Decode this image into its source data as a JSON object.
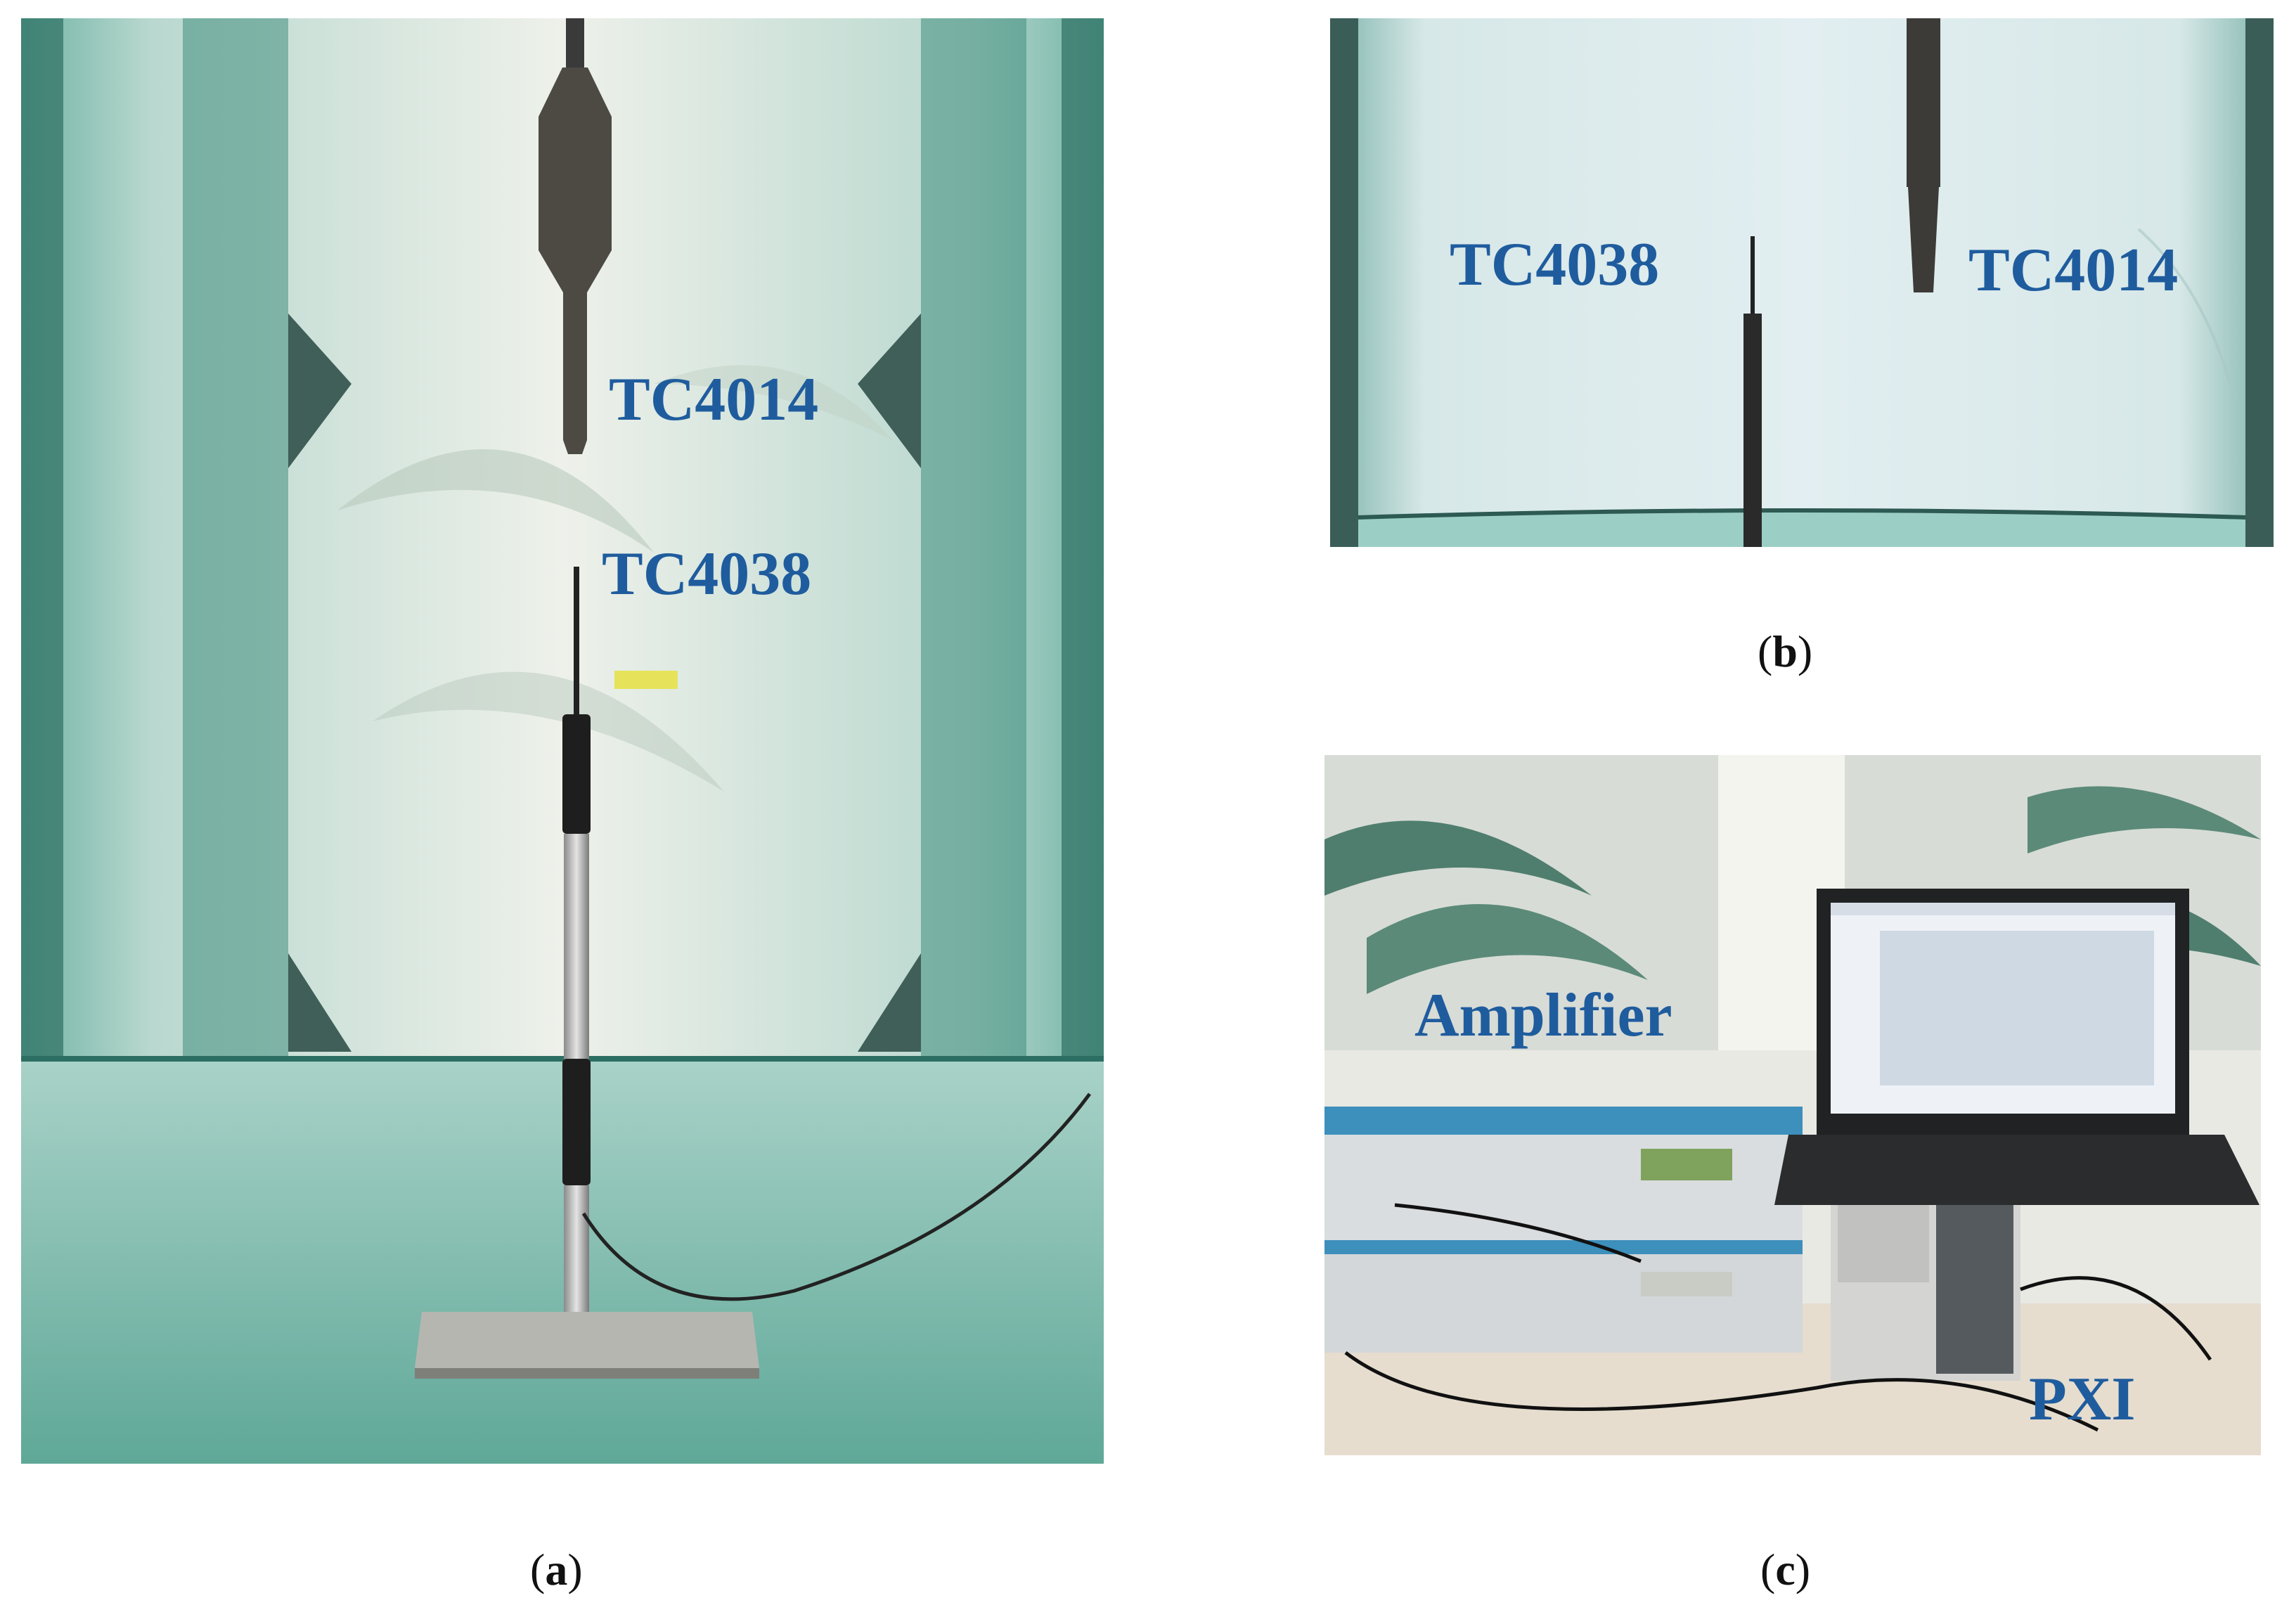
{
  "panel_a": {
    "labels": {
      "upper_sensor": "TC4014",
      "lower_sensor": "TC4038"
    },
    "caption": {
      "open": "(",
      "letter": "a",
      "close": ")"
    }
  },
  "panel_b": {
    "labels": {
      "left_sensor": "TC4038",
      "right_sensor": "TC4014"
    },
    "caption": {
      "open": "(",
      "letter": "b",
      "close": ")"
    }
  },
  "panel_c": {
    "labels": {
      "amplifier": "Amplifier",
      "pxi": "PXI"
    },
    "caption": {
      "open": "(",
      "letter": "c",
      "close": ")"
    }
  },
  "colors": {
    "label_text": "#1f5c9e",
    "glass_tint": "#cfe3df",
    "frame_green": "#4f9a8a"
  }
}
